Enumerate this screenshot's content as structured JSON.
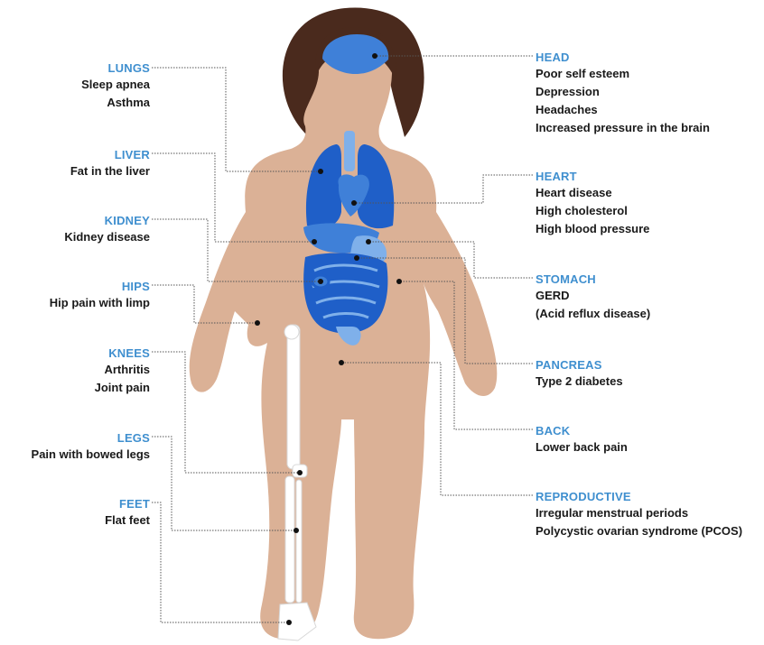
{
  "colors": {
    "skin": "#dbb196",
    "hair": "#4a2a1d",
    "organ_dark": "#1f5fc8",
    "organ_mid": "#3f80d8",
    "organ_light": "#7fb0ea",
    "title": "#3f8fcf",
    "text": "#1a1a1a",
    "leader": "#555555"
  },
  "left_labels": [
    {
      "key": "lungs",
      "title": "LUNGS",
      "items": [
        "Sleep apnea",
        "Asthma"
      ]
    },
    {
      "key": "liver",
      "title": "LIVER",
      "items": [
        "Fat in the liver"
      ]
    },
    {
      "key": "kidney",
      "title": "KIDNEY",
      "items": [
        "Kidney disease"
      ]
    },
    {
      "key": "hips",
      "title": "HIPS",
      "items": [
        "Hip pain with limp"
      ]
    },
    {
      "key": "knees",
      "title": "KNEES",
      "items": [
        "Arthritis",
        "Joint pain"
      ]
    },
    {
      "key": "legs",
      "title": "LEGS",
      "items": [
        "Pain with bowed legs"
      ]
    },
    {
      "key": "feet",
      "title": "FEET",
      "items": [
        "Flat feet"
      ]
    }
  ],
  "right_labels": [
    {
      "key": "head",
      "title": "HEAD",
      "items": [
        "Poor self esteem",
        "Depression",
        "Headaches",
        "Increased pressure in the brain"
      ]
    },
    {
      "key": "heart",
      "title": "HEART",
      "items": [
        "Heart disease",
        "High cholesterol",
        "High blood pressure"
      ]
    },
    {
      "key": "stomach",
      "title": "STOMACH",
      "items": [
        "GERD",
        "(Acid reflux disease)"
      ]
    },
    {
      "key": "pancreas",
      "title": "PANCREAS",
      "items": [
        "Type 2 diabetes"
      ]
    },
    {
      "key": "back",
      "title": "BACK",
      "items": [
        "Lower back pain"
      ]
    },
    {
      "key": "reproductive",
      "title": "REPRODUCTIVE",
      "items": [
        "Irregular menstrual periods",
        "Polycystic ovarian syndrome (PCOS)"
      ]
    }
  ]
}
